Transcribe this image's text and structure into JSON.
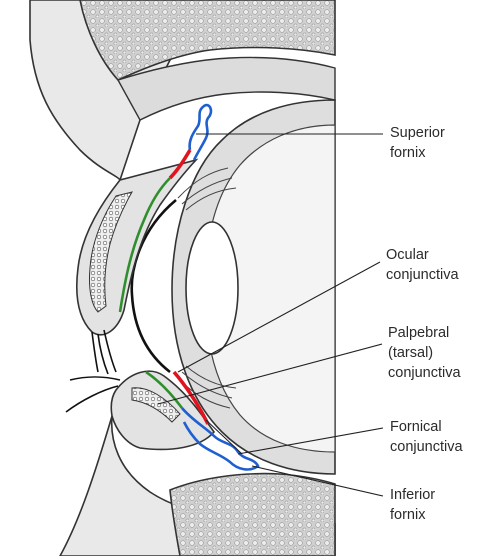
{
  "labels": {
    "superior_fornix": [
      "Superior",
      "fornix"
    ],
    "ocular_conjunctiva": [
      "Ocular",
      "conjunctiva"
    ],
    "palpebral_conjunctiva": [
      "Palpebral",
      "(tarsal)",
      "conjunctiva"
    ],
    "fornical_conjunctiva": [
      "Fornical",
      "conjunctiva"
    ],
    "inferior_fornix": [
      "Inferior",
      "fornix"
    ]
  },
  "colors": {
    "ocular_conjunctiva": "#e0141e",
    "palpebral_conjunctiva": "#2f8f2f",
    "fornix": "#1f5fd0",
    "bone": "#d3d3d3",
    "tissue": "#e9e9e9",
    "outline": "#333333"
  }
}
